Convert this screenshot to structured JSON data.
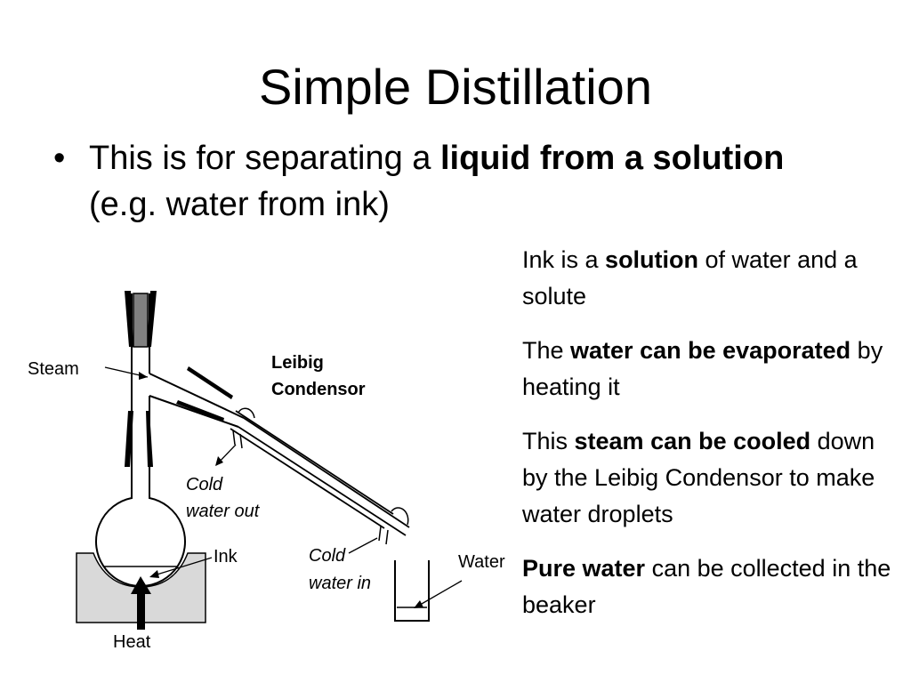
{
  "slide": {
    "title": "Simple Distillation",
    "bullet": {
      "symbol": "•",
      "part1": "This is for separating a ",
      "bold": "liquid from a solution",
      "part2": " (e.g. water from ink)"
    }
  },
  "diagram": {
    "labels": {
      "steam": "Steam",
      "condenser_line1": "Leibig",
      "condenser_line2": "Condensor",
      "cold_out_line1": "Cold",
      "cold_out_line2": "water out",
      "ink": "Ink",
      "cold_in_line1": "Cold",
      "cold_in_line2": "water in",
      "water": "Water",
      "heat": "Heat"
    }
  },
  "notes": [
    {
      "pre": "Ink is a ",
      "bold": "solution",
      "post": " of water and a solute"
    },
    {
      "pre": "The ",
      "bold": "water can be evaporated",
      "post": " by heating it"
    },
    {
      "pre": "This ",
      "bold": "steam can be cooled",
      "post": " down by the Leibig Condensor to make water droplets"
    },
    {
      "pre": "",
      "bold": "Pure water",
      "post": " can be collected in the beaker"
    }
  ]
}
